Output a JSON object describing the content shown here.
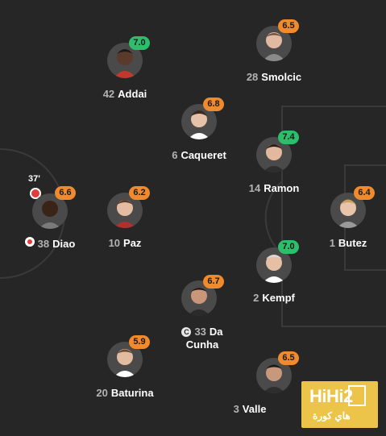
{
  "colors": {
    "background": "#262626",
    "line": "#3a3a3a",
    "rating_green": "#2dbe6c",
    "rating_orange": "#f08a2c",
    "red_card": "#e23b3b"
  },
  "players": [
    {
      "id": "addai",
      "number": "42",
      "name": "Addai",
      "rating": "7.0",
      "rating_color": "green",
      "icon": "face-icon"
    },
    {
      "id": "smolcic",
      "number": "28",
      "name": "Smolcic",
      "rating": "6.5",
      "rating_color": "orange",
      "icon": "face-icon"
    },
    {
      "id": "caqueret",
      "number": "6",
      "name": "Caqueret",
      "rating": "6.8",
      "rating_color": "orange",
      "icon": "face-icon"
    },
    {
      "id": "ramon",
      "number": "14",
      "name": "Ramon",
      "rating": "7.4",
      "rating_color": "green",
      "icon": "face-icon"
    },
    {
      "id": "diao",
      "number": "38",
      "name": "Diao",
      "rating": "6.6",
      "rating_color": "orange",
      "icon": "face-icon",
      "minute": "37'",
      "has_card_icon": true,
      "has_subout_icon": true
    },
    {
      "id": "paz",
      "number": "10",
      "name": "Paz",
      "rating": "6.2",
      "rating_color": "orange",
      "icon": "face-icon"
    },
    {
      "id": "butez",
      "number": "1",
      "name": "Butez",
      "rating": "6.4",
      "rating_color": "orange",
      "icon": "face-icon"
    },
    {
      "id": "kempf",
      "number": "2",
      "name": "Kempf",
      "rating": "7.0",
      "rating_color": "green",
      "icon": "face-icon"
    },
    {
      "id": "dacunha",
      "number": "33",
      "name": "Da",
      "name2": "Cunha",
      "rating": "6.7",
      "rating_color": "orange",
      "icon": "face-icon",
      "captain": "C"
    },
    {
      "id": "baturina",
      "number": "20",
      "name": "Baturina",
      "rating": "5.9",
      "rating_color": "orange",
      "icon": "face-icon"
    },
    {
      "id": "valle",
      "number": "3",
      "name": "Valle",
      "rating": "6.5",
      "rating_color": "orange",
      "icon": "face-icon"
    }
  ],
  "watermark": {
    "logo": "HiHi2",
    "subtitle": "هاي كورة"
  }
}
